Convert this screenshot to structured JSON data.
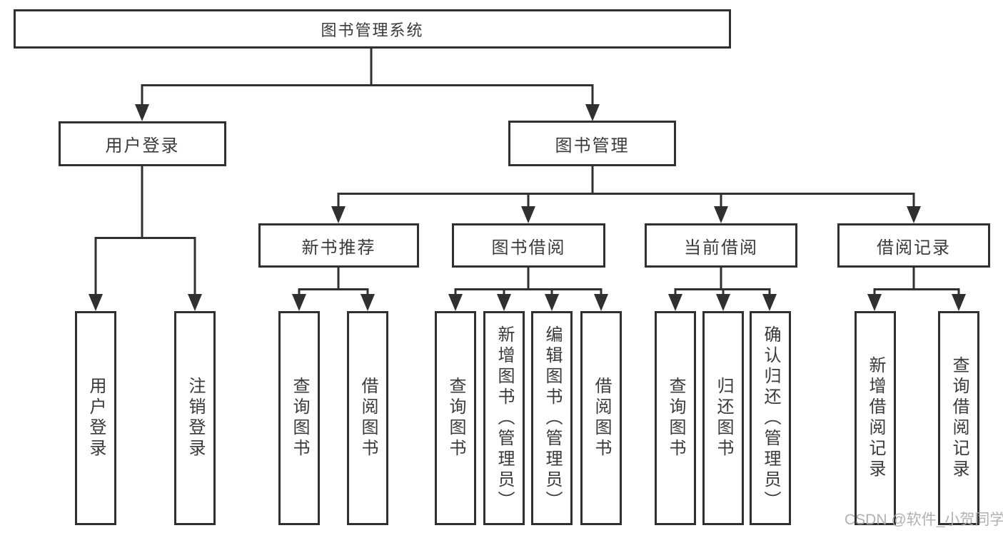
{
  "diagram_title": "图书管理系统",
  "watermark": "CSDN @软件_小贺同学",
  "colors": {
    "line": "#303030",
    "text": "#3a3a3a",
    "box_background": "#ffffff",
    "page_background": "#ffffff",
    "watermark": "#aaaaaa"
  },
  "nodes": {
    "root": "图书管理系统",
    "user_login": "用户登录",
    "book_mgmt": "图书管理",
    "new_book_rec": "新书推荐",
    "book_borrowing": "图书借阅",
    "current_borrowing": "当前借阅",
    "borrow_records": "借阅记录",
    "g1_login": "用户登录",
    "g1_logout": "注销登录",
    "g2_query": "查询图书",
    "g2_borrow": "借阅图书",
    "g3_query": "查询图书",
    "g3_add": "新增图书（管理员）",
    "g3_edit": "编辑图书（管理员）",
    "g3_borrow": "借阅图书",
    "g4_query": "查询图书",
    "g4_return": "归还图书",
    "g4_confirm": "确认归还（管理员）",
    "g5_add_record": "新增借阅记录",
    "g5_query_record": "查询借阅记录"
  },
  "tree": {
    "label": "图书管理系统",
    "children": [
      {
        "label": "用户登录",
        "children": [
          {
            "label": "用户登录"
          },
          {
            "label": "注销登录"
          }
        ]
      },
      {
        "label": "图书管理",
        "children": [
          {
            "label": "新书推荐",
            "children": [
              {
                "label": "查询图书"
              },
              {
                "label": "借阅图书"
              }
            ]
          },
          {
            "label": "图书借阅",
            "children": [
              {
                "label": "查询图书"
              },
              {
                "label": "新增图书（管理员）"
              },
              {
                "label": "编辑图书（管理员）"
              },
              {
                "label": "借阅图书"
              }
            ]
          },
          {
            "label": "当前借阅",
            "children": [
              {
                "label": "查询图书"
              },
              {
                "label": "归还图书"
              },
              {
                "label": "确认归还（管理员）"
              }
            ]
          },
          {
            "label": "借阅记录",
            "children": [
              {
                "label": "新增借阅记录"
              },
              {
                "label": "查询借阅记录"
              }
            ]
          }
        ]
      }
    ]
  }
}
